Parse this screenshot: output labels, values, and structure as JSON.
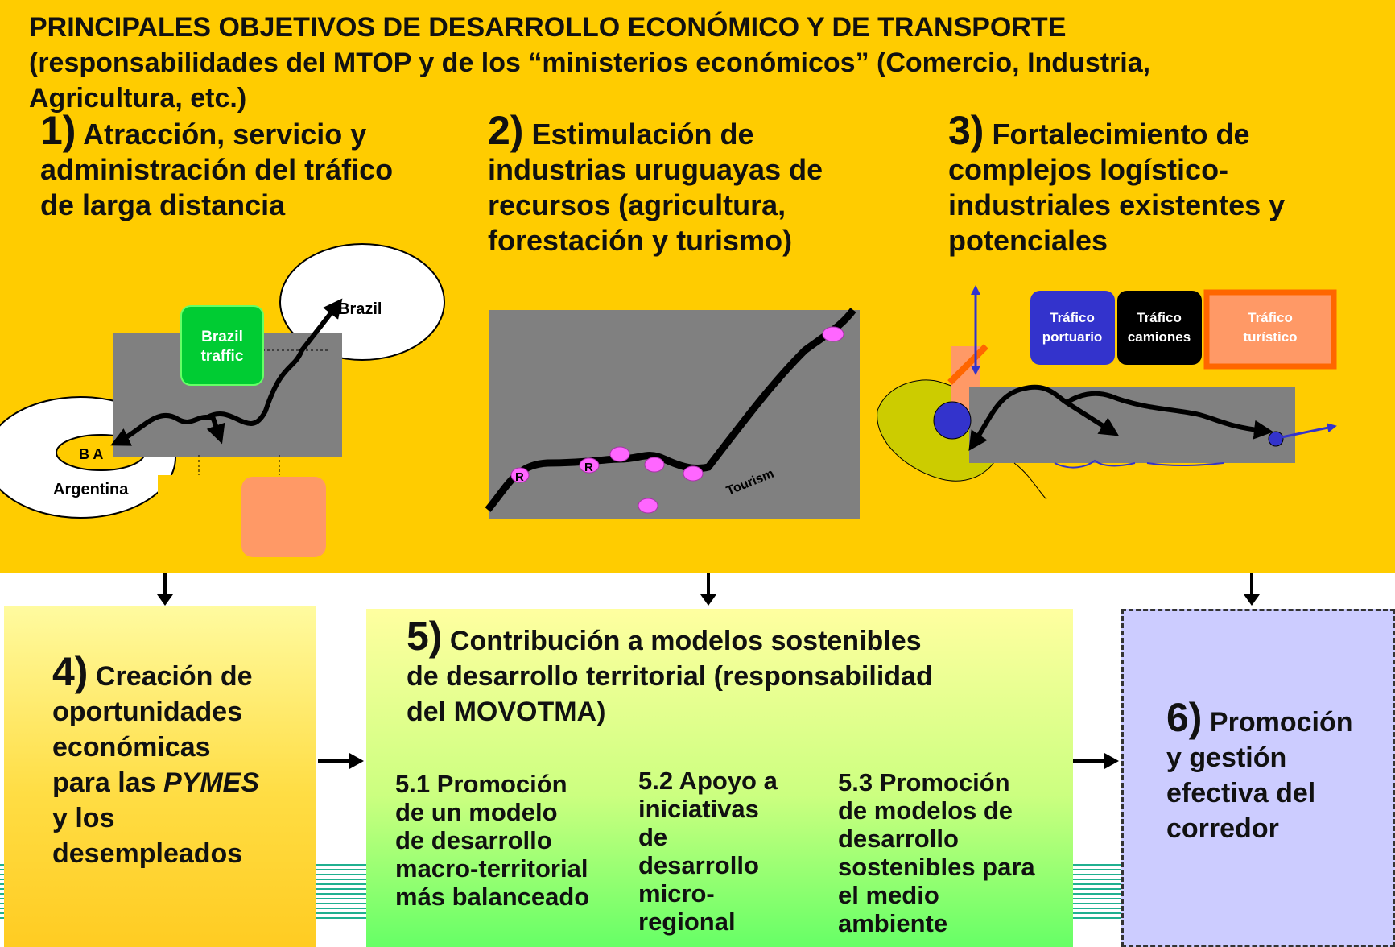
{
  "header": {
    "line1": "PRINCIPALES OBJETIVOS DE DESARROLLO ECONÓMICO Y DE TRANSPORTE",
    "line2": "(responsabilidades del MTOP y de los “ministerios económicos” (Comercio, Industria,",
    "line3": "Agricultura, etc.)"
  },
  "objectives": [
    {
      "num": "1)",
      "text": "Atracción, servicio y administración del tráfico de larga distancia"
    },
    {
      "num": "2)",
      "text": "Estimulación de industrias uruguayas de recursos (agricultura, forestación y turismo)"
    },
    {
      "num": "3)",
      "text": "Fortalecimiento de complejos logístico-industriales existentes y potenciales"
    }
  ],
  "map1": {
    "brazil": "Brazil",
    "brazil_traffic_1": "Brazil",
    "brazil_traffic_2": "traffic",
    "ba": "B A",
    "argentina": "Argentina"
  },
  "map2": {
    "r1": "R",
    "r2": "R",
    "tourism": "Tourism"
  },
  "map3": {
    "portuario_1": "Tráfico",
    "portuario_2": "portuario",
    "camiones_1": "Tráfico",
    "camiones_2": "camiones",
    "turistico_1": "Tráfico",
    "turistico_2": "turístico"
  },
  "box4": {
    "num": "4)",
    "l1": "Creación de",
    "l2": "oportunidades",
    "l3": "económicas",
    "l4a": "para las ",
    "l4b": "PYMES",
    "l5": "y los",
    "l6": "desempleados"
  },
  "box5": {
    "num": "5)",
    "l1": "Contribución a modelos sostenibles",
    "l2": "de desarrollo territorial (responsabilidad",
    "l3": "del MOVOTMA)",
    "sub1": [
      "5.1 Promoción",
      "de un modelo",
      "de desarrollo",
      "macro-territorial",
      "más balanceado"
    ],
    "sub2": [
      "5.2 Apoyo a",
      "iniciativas",
      "de",
      "desarrollo",
      "micro-",
      "regional"
    ],
    "sub3": [
      "5.3 Promoción",
      "de modelos de",
      "desarrollo",
      "sostenibles para",
      "el medio",
      "ambiente"
    ]
  },
  "box6": {
    "num": "6)",
    "l1": "Promoción",
    "l2": "y gestión",
    "l3": "efectiva del",
    "l4": "corredor"
  },
  "colors": {
    "panel": "#ffcc00",
    "map_gray": "#808080",
    "pink": "#ff66ff",
    "blue": "#3333cc",
    "green": "#00cc33",
    "salmon": "#ff9966"
  }
}
